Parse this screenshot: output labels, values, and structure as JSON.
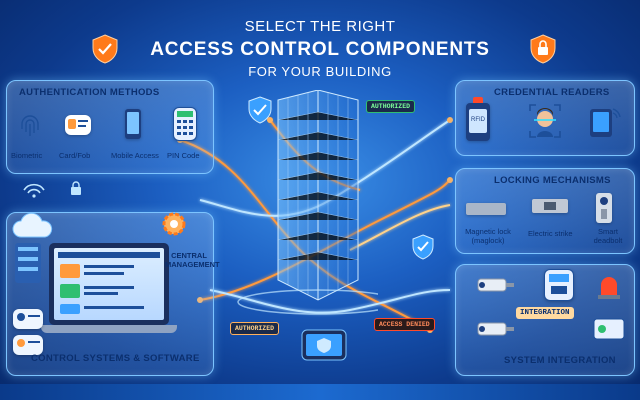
{
  "title": {
    "line1": "SELECT THE RIGHT",
    "line2": "ACCESS CONTROL COMPONENTS",
    "line3": "FOR YOUR BUILDING"
  },
  "authentication": {
    "title": "AUTHENTICATION METHODS",
    "items": [
      {
        "label": "Biometric",
        "icon": "fingerprint-icon"
      },
      {
        "label": "Card/Fob",
        "icon": "id-card-icon"
      },
      {
        "label": "Mobile Access",
        "icon": "smartphone-icon"
      },
      {
        "label": "PIN Code",
        "icon": "keypad-icon"
      }
    ]
  },
  "credential_readers": {
    "title": "CREDENTIAL READERS",
    "rfid_label": "RFID"
  },
  "locking": {
    "title": "LOCKING MECHANISMS",
    "items": [
      {
        "label": "Magnetic lock (maglock)"
      },
      {
        "label": "Electric strike"
      },
      {
        "label": "Smart deadbolt"
      }
    ]
  },
  "control_systems": {
    "title": "CONTROL SYSTEMS & SOFTWARE",
    "central_label": "CENTRAL MANAGEMENT"
  },
  "system_integration": {
    "title": "SYSTEM INTEGRATION",
    "integration_label": "INTEGRATION"
  },
  "center": {
    "authorized_top": "AUTHORIZED",
    "authorized_bottom": "AUTHORIZED",
    "access_denied": "ACCESS DENIED"
  },
  "colors": {
    "accent_orange": "#ff8a2a",
    "glow_blue": "#7cc4ff",
    "panel_text": "#0b2f6e"
  }
}
